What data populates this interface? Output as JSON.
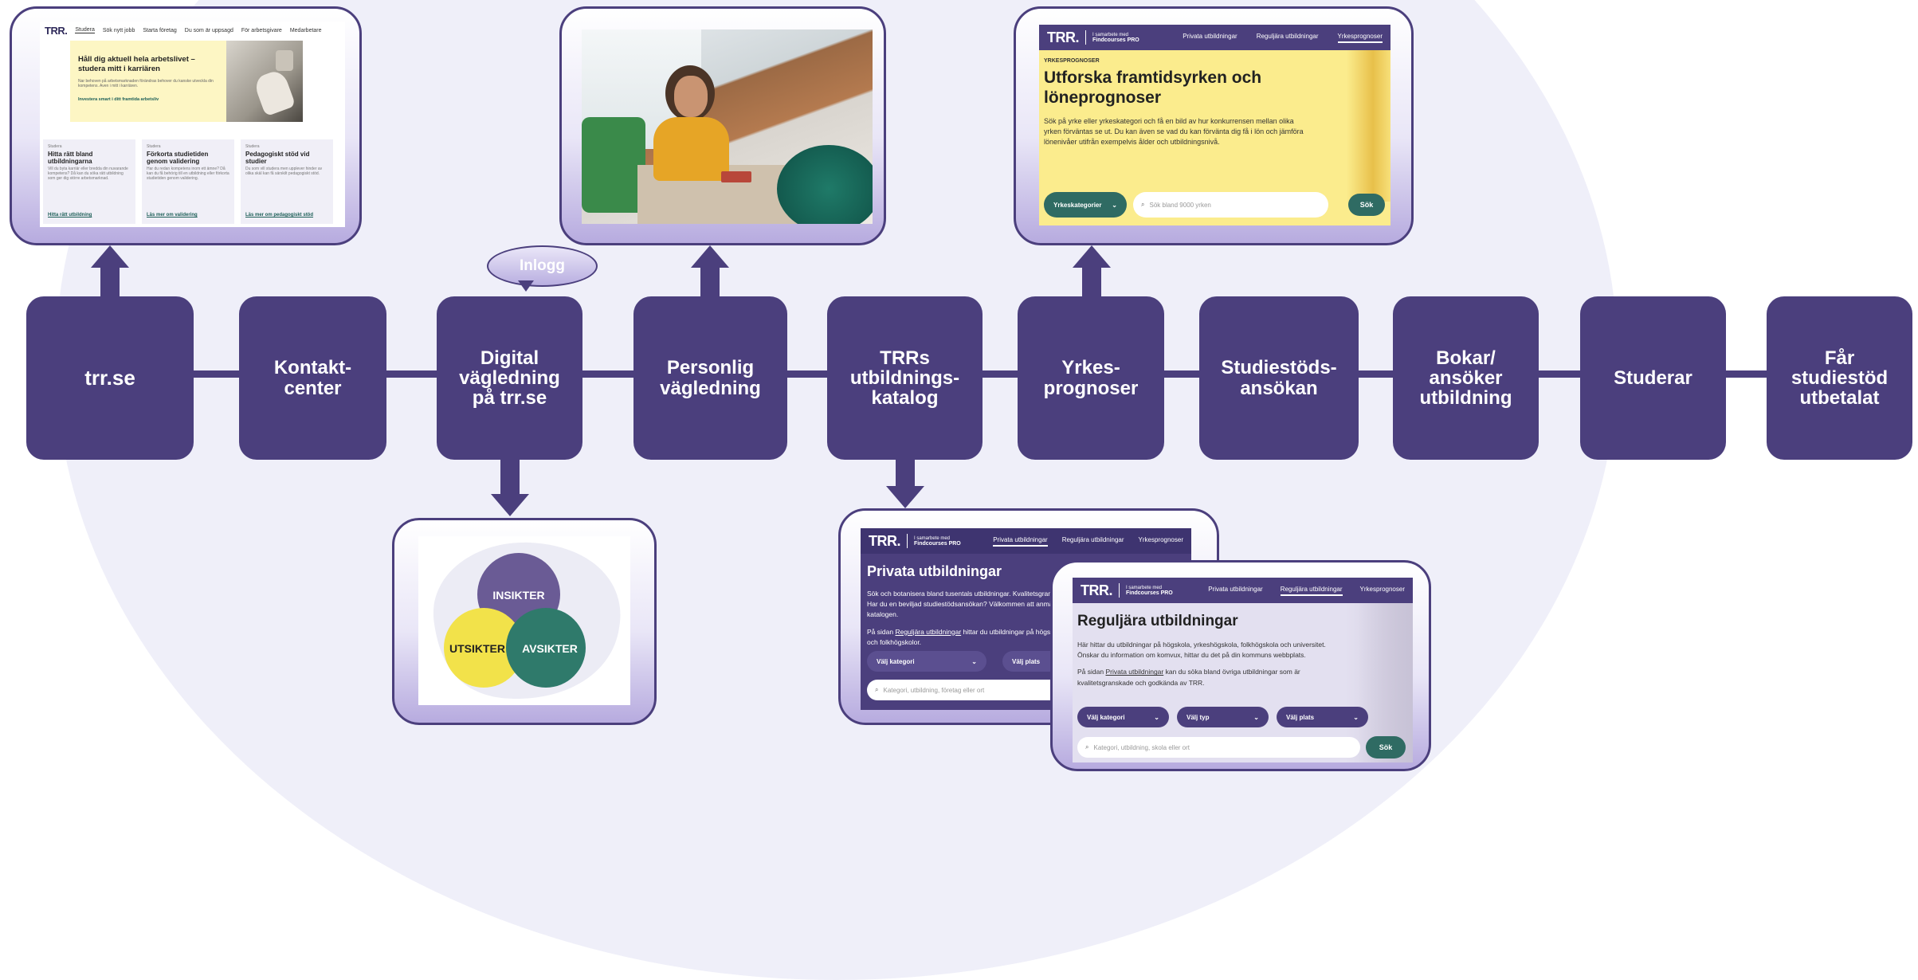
{
  "steps": [
    {
      "label": "trr.se"
    },
    {
      "label": "Kontakt-\ncenter"
    },
    {
      "label": "Digital\nvägledning\npå trr.se"
    },
    {
      "label": "Personlig\nvägledning"
    },
    {
      "label": "TRRs\nutbildnings-\nkatalog"
    },
    {
      "label": "Yrkes-\nprognoser"
    },
    {
      "label": "Studiestöds-\nansökan"
    },
    {
      "label": "Bokar/\nansöker\nutbildning"
    },
    {
      "label": "Studerar"
    },
    {
      "label": "Får\nstudiestöd\nutbetalat"
    }
  ],
  "bubble": {
    "label": "Inlogg"
  },
  "trr_site": {
    "logo": "TRR.",
    "nav": [
      "Studera",
      "Sök nytt jobb",
      "Starta företag",
      "Du som är uppsagd",
      "För arbetsgivare",
      "Medarbetare"
    ],
    "hero_title": "Håll dig aktuell hela arbetslivet – studera mitt i karriären",
    "hero_text": "Nar behoven på arbetsmarknaden förändras behover du kanske utveckla din kompetens. Aven i mitt i karriären.",
    "hero_link": "Investera smart i ditt framtida arbetsliv",
    "cards": [
      {
        "kicker": "Studera",
        "title": "Hitta rätt bland utbildningarna",
        "text": "Vill du byta karriär eller bredda din nuvarande kompetens? Då kan du söka rätt utbildning som ger dig större arbetsmarknad.",
        "link": "Hitta rätt utbildning"
      },
      {
        "kicker": "Studera",
        "title": "Förkorta studietiden genom validering",
        "text": "Har du redan kompetens inom ett ämne? Då kan du få behörig till en utbildning eller förkorta studietiden genom validering.",
        "link": "Läs mer om validering"
      },
      {
        "kicker": "Studera",
        "title": "Pedagogiskt stöd vid studier",
        "text": "Du som vill studera men upplever hinder av olika skäl kan få särskilt pedagogiskt stöd.",
        "link": "Läs mer om pedagogiskt stöd"
      }
    ]
  },
  "yrke_site": {
    "logo": "TRR.",
    "pro_line1": "I samarbete med",
    "pro_line2": "Findcourses PRO",
    "nav": [
      "Privata utbildningar",
      "Reguljära utbildningar",
      "Yrkesprognoser"
    ],
    "kicker": "YRKESPROGNOSER",
    "title": "Utforska framtidsyrken och löneprognoser",
    "text": "Sök på yrke eller yrkeskategori och få en bild av hur konkurrensen mellan olika yrken förväntas se ut. Du kan även se vad du kan förvänta dig få i lön och jämföra lönenivåer utifrån exempelvis ålder och utbildningsnivå.",
    "select": "Yrkeskategorier",
    "search_placeholder": "Sök bland 9000 yrken",
    "search_button": "Sök"
  },
  "venn": {
    "top": "INSIKTER",
    "left": "UTSIKTER",
    "right": "AVSIKTER"
  },
  "privata_site": {
    "logo": "TRR.",
    "pro_line1": "I samarbete med",
    "pro_line2": "Findcourses PRO",
    "nav": [
      "Privata utbildningar",
      "Reguljära utbildningar",
      "Yrkesprognoser"
    ],
    "title": "Privata utbildningar",
    "text1": "Sök och botanisera bland tusentals utbildningar. Kvalitetsgranska",
    "text2": "Har du en beviljad studiestödsansökan? Välkommen att anmäla d",
    "text3": "katalogen.",
    "text4a": "På sidan",
    "text4link": "Reguljära utbildningar",
    "text4b": "hittar du utbildningar på högsko",
    "text5": "och folkhögskolor.",
    "select1": "Välj kategori",
    "select2": "Välj plats",
    "search_placeholder": "Kategori, utbildning, företag eller ort"
  },
  "regul_site": {
    "logo": "TRR.",
    "pro_line1": "I samarbete med",
    "pro_line2": "Findcourses PRO",
    "nav": [
      "Privata utbildningar",
      "Reguljära utbildningar",
      "Yrkesprognoser"
    ],
    "title": "Reguljära utbildningar",
    "text1": "Här hittar du utbildningar på högskola, yrkeshögskola, folkhögskola och universitet.",
    "text2": "Önskar du information om komvux, hittar du det på din kommuns webbplats.",
    "text3a": "På sidan",
    "text3link": "Privata utbildningar",
    "text3b": "kan du söka bland övriga utbildningar som är",
    "text4": "kvalitetsgranskade och godkända av TRR.",
    "select1": "Välj kategori",
    "select2": "Välj typ",
    "select3": "Välj plats",
    "search_placeholder": "Kategori, utbildning, skola eller ort",
    "search_button": "Sök"
  }
}
